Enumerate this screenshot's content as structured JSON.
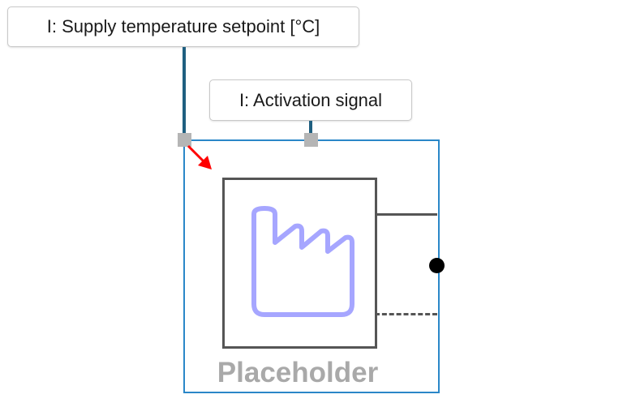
{
  "labels": {
    "setpoint": "I: Supply temperature setpoint [°C]",
    "activation": "I: Activation signal"
  },
  "block": {
    "caption": "Placeholder",
    "icon": "factory-icon"
  },
  "colors": {
    "wire": "#1f5f80",
    "frame": "#2a87c8",
    "port": "#b5b5b5",
    "arrow": "#ff0000",
    "icon": "#a6a6ff",
    "caption": "#a9a9a9"
  }
}
